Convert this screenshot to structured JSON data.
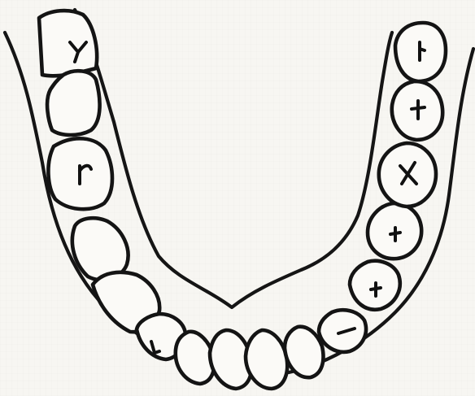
{
  "diagram": {
    "subject": "lower-dental-arch",
    "ink_color": "#141414",
    "paper_color": "#f7f6f2",
    "tooth_marks": {
      "right_top": "y",
      "right_third": "r",
      "left_first": "l",
      "left_second": "+",
      "left_third": "x",
      "left_fourth": "+",
      "left_fifth": "+",
      "left_sixth": "-",
      "lower_front_left": "l"
    }
  }
}
